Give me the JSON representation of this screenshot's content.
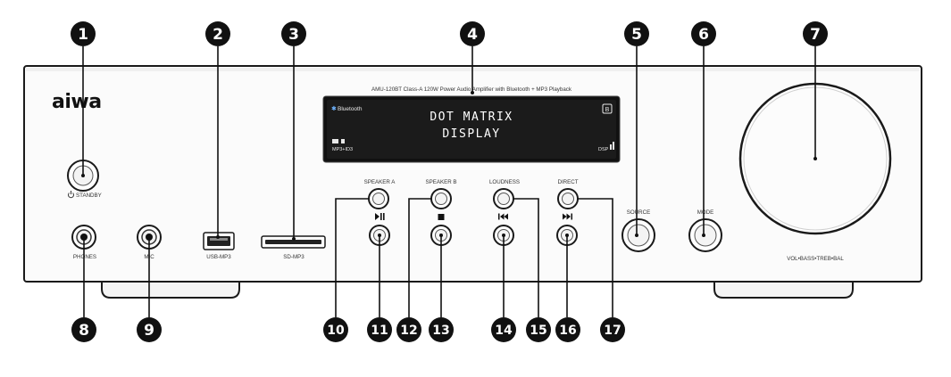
{
  "device": {
    "brand": "aiwa",
    "model_line": "AMU-120BT Class-A 120W Power Audio Amplifier with Bluetooth + MP3 Playback"
  },
  "display": {
    "bluetooth": "Bluetooth",
    "line1": "DOT MATRIX",
    "line2": "DISPLAY",
    "mp3_tag": "MP3+ID3",
    "dsp_tag": "DSP",
    "badge": "B"
  },
  "labels": {
    "standby": "STANDBY",
    "usb": "USB-MP3",
    "sd": "SD-MP3",
    "phones": "PHONES",
    "mic": "MIC",
    "speaker_a": "SPEAKER A",
    "speaker_b": "SPEAKER B",
    "loudness": "LOUDNESS",
    "direct": "DIRECT",
    "source": "SOURCE",
    "mode": "MODE",
    "knob": "VOL•BASS•TREB•BAL"
  },
  "transport_icons": [
    "play-pause-icon",
    "stop-icon",
    "previous-icon",
    "next-icon"
  ],
  "callouts": [
    "1",
    "2",
    "3",
    "4",
    "5",
    "6",
    "7",
    "8",
    "9",
    "10",
    "11",
    "12",
    "13",
    "14",
    "15",
    "16",
    "17"
  ]
}
